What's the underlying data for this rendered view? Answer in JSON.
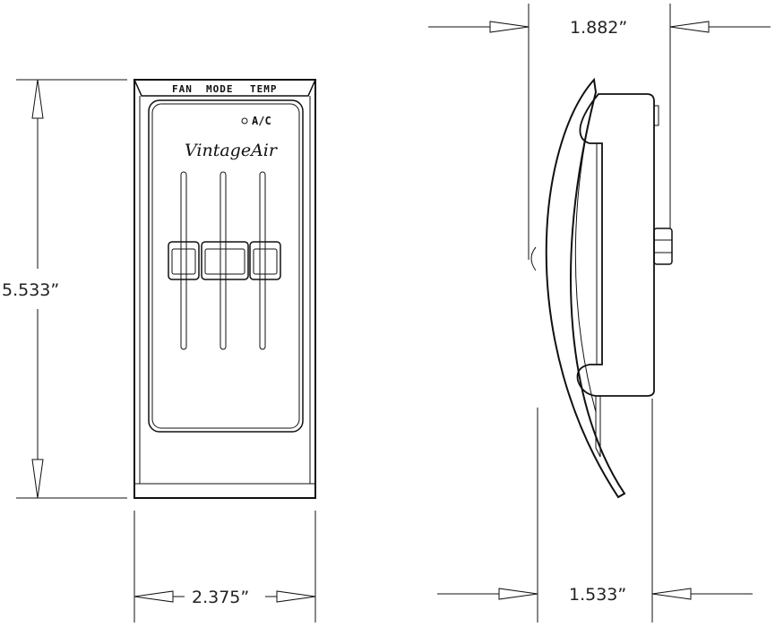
{
  "front_view": {
    "label_fan": "FAN",
    "label_mode": "MODE",
    "label_temp": "TEMP",
    "indicator_label": "A/C",
    "logo": "VintageAir"
  },
  "dimensions": {
    "height": "5.533”",
    "width": "2.375”",
    "depth_top": "1.882”",
    "depth_bottom": "1.533”"
  }
}
